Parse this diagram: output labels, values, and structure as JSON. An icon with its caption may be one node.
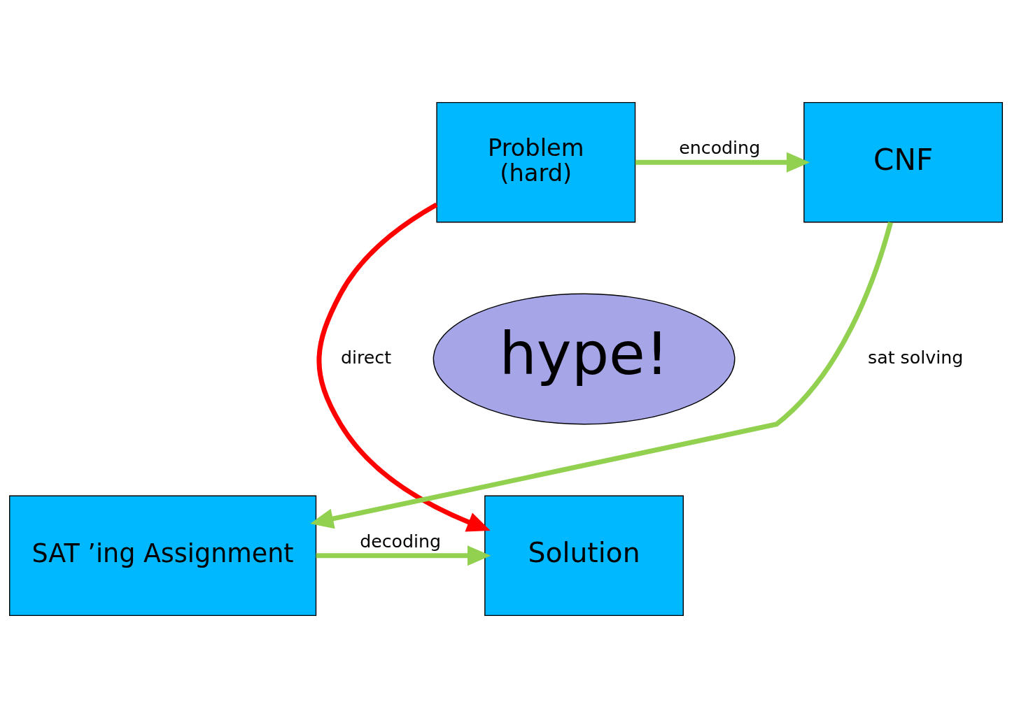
{
  "diagram": {
    "nodes": [
      {
        "text": [
          "Problem",
          "(hard)"
        ]
      },
      {
        "text": [
          "CNF"
        ]
      },
      {
        "text": [
          "hype!"
        ]
      },
      {
        "text": [
          "Solution"
        ]
      },
      {
        "text": [
          "SAT ’ing Assignment"
        ]
      }
    ],
    "edges": [
      {
        "from": 0,
        "to": 1,
        "arrow": "to",
        "label": "encoding"
      },
      {
        "from": 0,
        "to": 3,
        "arrow": "to",
        "label": "direct",
        "color": "#ff0000"
      },
      {
        "from": 1,
        "to": 4,
        "arrow": "to",
        "label": "sat solving"
      },
      {
        "from": 4,
        "to": 3,
        "arrow": "to",
        "label": "decoding"
      }
    ]
  }
}
